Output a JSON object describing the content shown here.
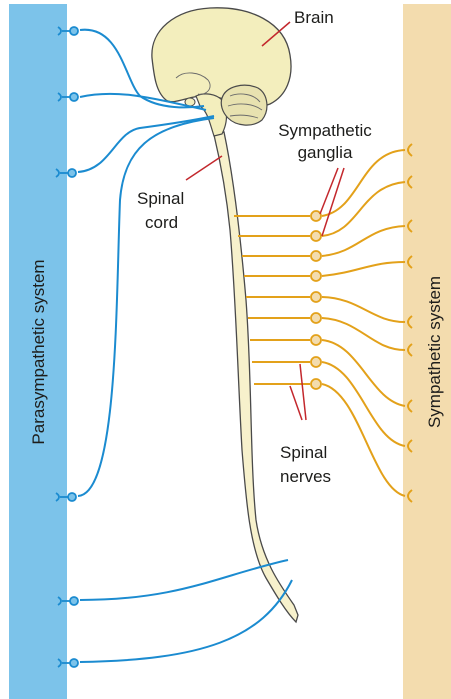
{
  "labels": {
    "brain": "Brain",
    "sympathetic_ganglia_line1": "Sympathetic",
    "sympathetic_ganglia_line2": "ganglia",
    "spinal_cord_line1": "Spinal",
    "spinal_cord_line2": "cord",
    "spinal_nerves_line1": "Spinal",
    "spinal_nerves_line2": "nerves",
    "parasympathetic_system": "Parasympathetic system",
    "sympathetic_system": "Sympathetic system"
  },
  "colors": {
    "parasympathetic_band": "#7cc3ea",
    "sympathetic_band": "#f3dcae",
    "parasympathetic_nerve": "#1b8bd0",
    "sympathetic_nerve": "#e3a11a",
    "brain_fill": "#f3eebd",
    "label_pointer": "#c3282d"
  }
}
